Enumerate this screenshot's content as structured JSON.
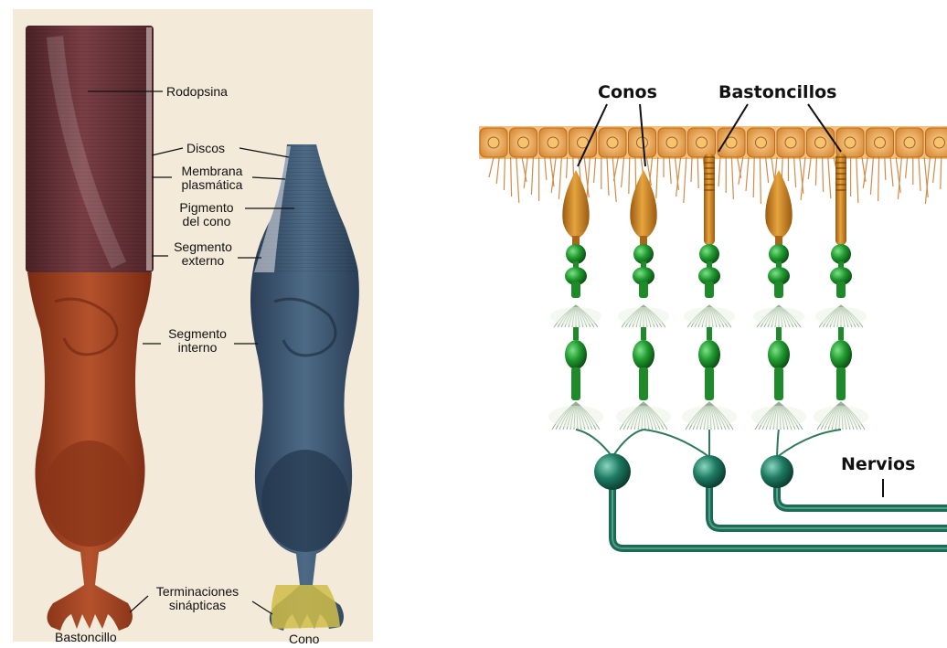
{
  "left_panel": {
    "labels": {
      "rodopsina": "Rodopsina",
      "discos": "Discos",
      "membrana_1": "Membrana",
      "membrana_2": "plasmática",
      "pigmento_1": "Pigmento",
      "pigmento_2": "del cono",
      "segmento_externo_1": "Segmento",
      "segmento_externo_2": "externo",
      "segmento_interno_1": "Segmento",
      "segmento_interno_2": "interno",
      "terminaciones_1": "Terminaciones",
      "terminaciones_2": "sinápticas",
      "bastoncillo": "Bastoncillo",
      "cono": "Cono"
    },
    "colors": {
      "background": "#f4ead9",
      "rod": "#8a3a22",
      "rod_outer": "#5e2a2c",
      "cone": "#3c5670",
      "cone_tip": "#c9b63c"
    }
  },
  "right_panel": {
    "labels": {
      "conos": "Conos",
      "bastoncillos": "Bastoncillos",
      "nervios": "Nervios"
    },
    "colors": {
      "epithelium": "#e8ae58",
      "cone_cell": "#c8841e",
      "neuron": "#1f8a2a",
      "nerve": "#1d6b55"
    }
  }
}
